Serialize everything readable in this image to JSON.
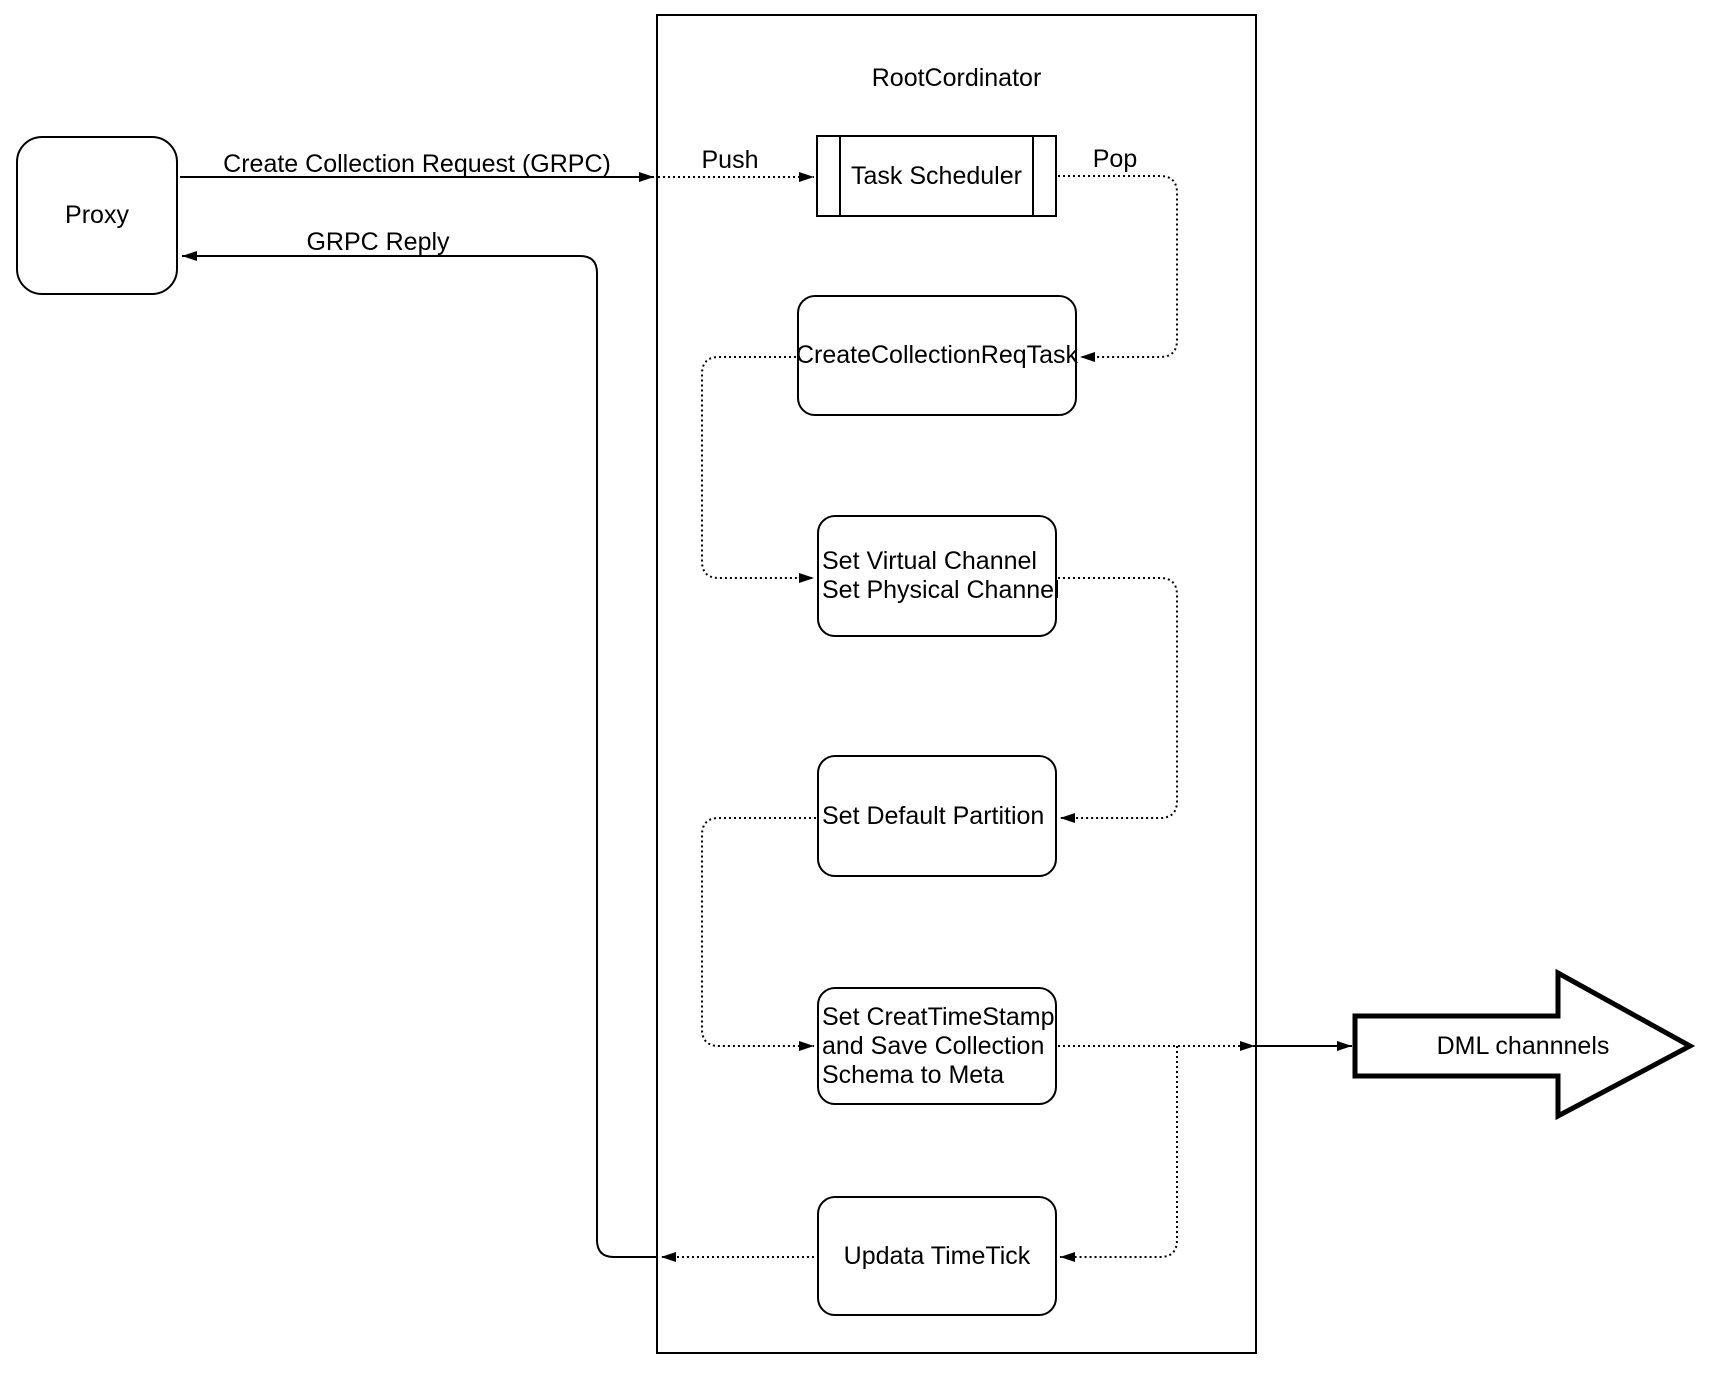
{
  "diagram": {
    "proxy": {
      "label": "Proxy"
    },
    "root_coordinator": {
      "title": "RootCordinator"
    },
    "task_scheduler": {
      "label": "Task Scheduler"
    },
    "create_collection_req_task": {
      "label": "CreateCollectionReqTask"
    },
    "set_virtual_channel": {
      "line1": "Set Virtual Channel",
      "line2": "Set Physical Channel"
    },
    "set_default_partition": {
      "label": "Set Default Partition"
    },
    "set_creat_timestamp": {
      "line1": "Set CreatTimeStamp",
      "line2": "and Save Collection",
      "line3": "Schema to Meta"
    },
    "updata_timetick": {
      "label": "Updata TimeTick"
    },
    "dml_channels": {
      "label": "DML channnels"
    }
  },
  "edges": {
    "create_collection_request": "Create Collection Request (GRPC)",
    "grpc_reply": "GRPC Reply",
    "push": "Push",
    "pop": "Pop"
  },
  "colors": {
    "stroke": "#000000",
    "background": "#ffffff"
  }
}
